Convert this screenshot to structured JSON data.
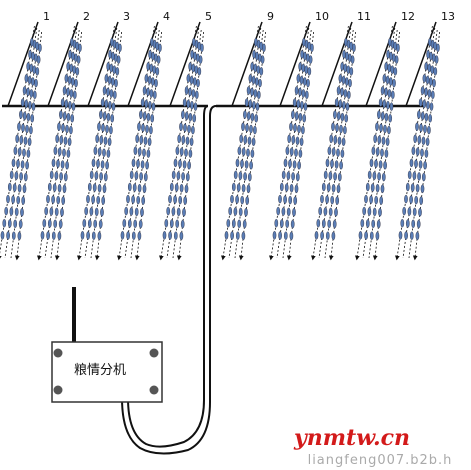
{
  "cable_numbers": [
    "1",
    "2",
    "3",
    "4",
    "5",
    "9",
    "10",
    "11",
    "12",
    "13"
  ],
  "host_box_label": "粮情分机",
  "watermark": {
    "main": "ynmtw.cn",
    "sub": "liangfeng007.b2b.h"
  },
  "colors": {
    "line": "#111111",
    "sensor": "#5a7db5",
    "watermark_main": "#d31a1a",
    "watermark_sub": "#aaaaaa"
  }
}
